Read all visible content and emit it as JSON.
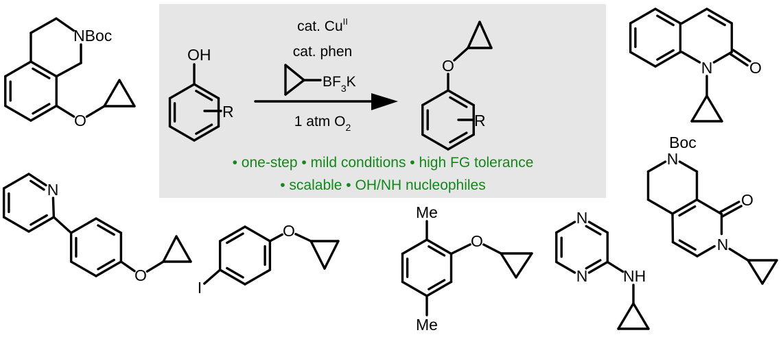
{
  "colors": {
    "box_background": "#e6e6e6",
    "advantages_text": "#13871a",
    "bonds": "#000000"
  },
  "reaction": {
    "reactant": {
      "oh_label": "OH",
      "r_label": "R"
    },
    "conditions": {
      "catalyst_prefix": "cat. Cu",
      "catalyst_oxidation_state": "II",
      "ligand": "cat. phen",
      "reagent_prefix": "BF",
      "reagent_subscript": "3",
      "reagent_suffix": "K",
      "oxidant_prefix": "1 atm O",
      "oxidant_subscript": "2"
    },
    "product": {
      "o_label": "O",
      "r_label": "R"
    },
    "advantages_line1": "• one-step • mild conditions • high FG tolerance",
    "advantages_line2": "• scalable • OH/NH nucleophiles"
  },
  "examples": {
    "tetrahydroisoquinoline": {
      "n_label": "NBoc",
      "o_label": "O"
    },
    "quinolinone": {
      "n_label": "N",
      "o_label": "O"
    },
    "pyridylphenyl_ether": {
      "n_label": "N",
      "o_label": "O"
    },
    "iodophenyl_ether": {
      "i_label": "I",
      "o_label": "O"
    },
    "dimethylphenyl_ether": {
      "me_top": "Me",
      "me_bottom": "Me",
      "o_label": "O"
    },
    "aminopyrazine": {
      "n1_label": "N",
      "n4_label": "N",
      "nh_label": "NH"
    },
    "naphthyridinone": {
      "boc_label": "Boc",
      "n_ring_label": "N",
      "n_amide_label": "N",
      "o_label": "O"
    }
  }
}
